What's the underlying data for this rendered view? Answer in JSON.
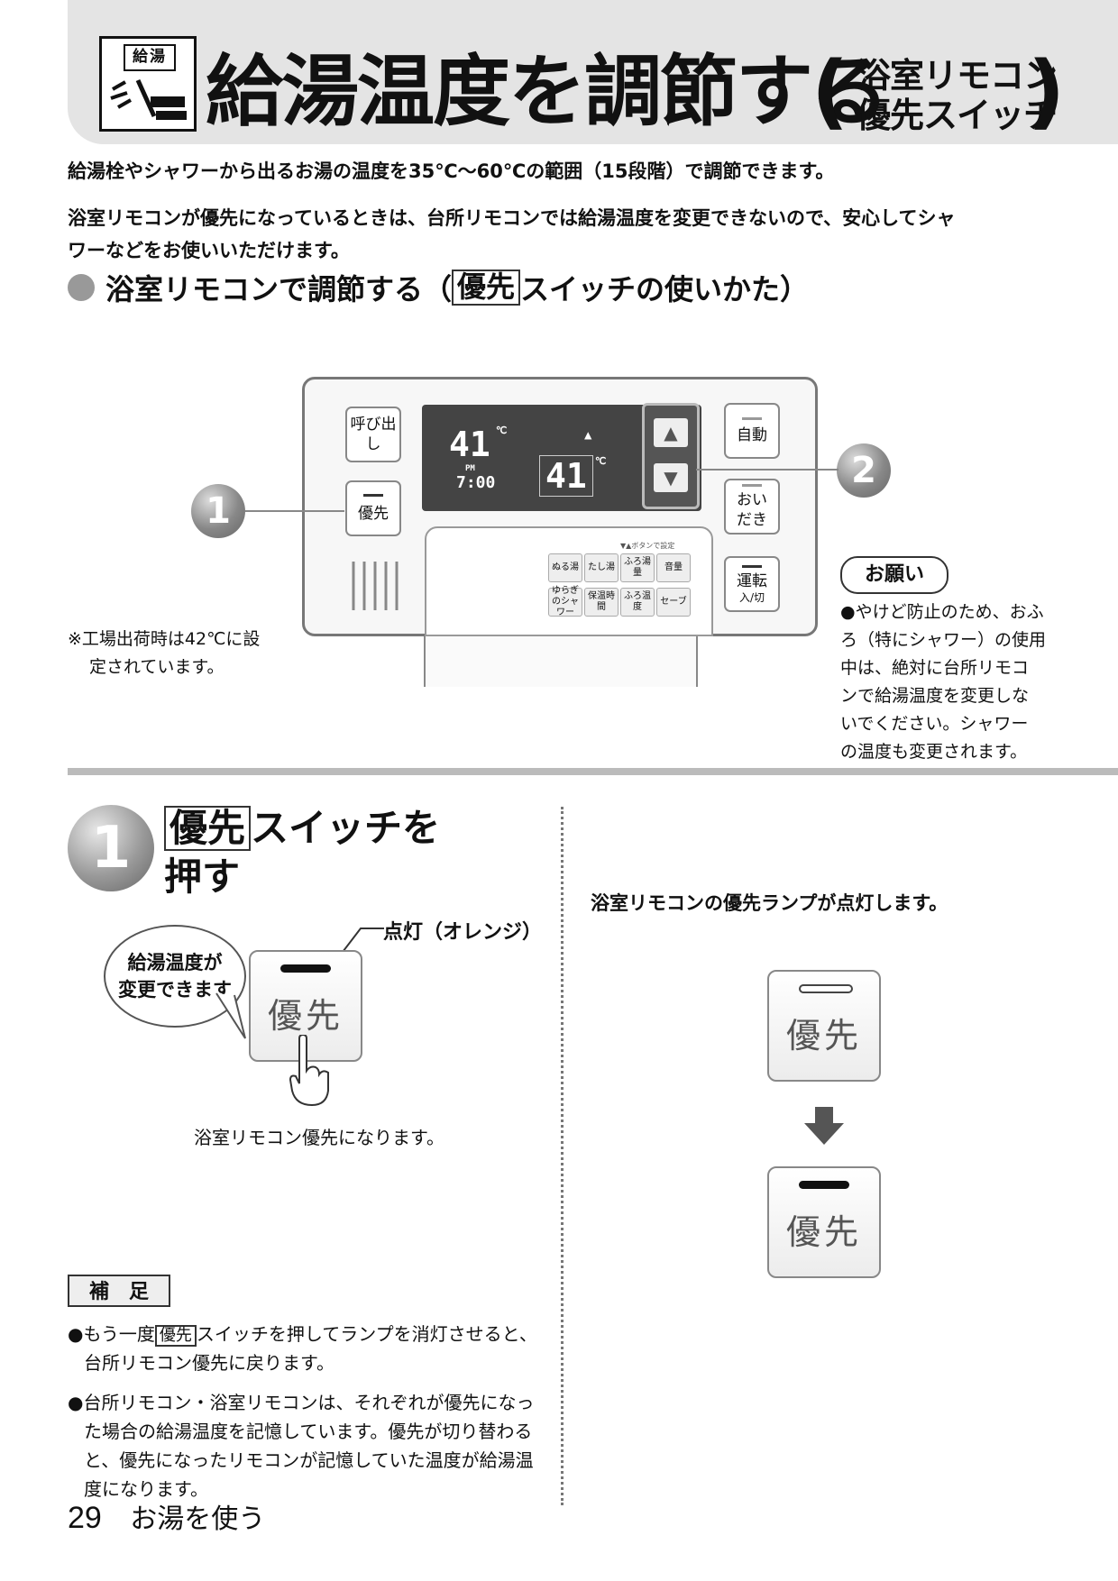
{
  "header": {
    "icon_tag": "給湯",
    "title": "給湯温度を調節する",
    "sub_line1": "浴室リモコン",
    "sub_line2": "優先スイッチ"
  },
  "intro": {
    "line1": "給湯栓やシャワーから出るお湯の温度を35℃〜60℃の範囲（15段階）で調節できます。",
    "line2": "浴室リモコンが優先になっているときは、台所リモコンでは給湯温度を変更できないので、安心してシャ",
    "line3": "ワーなどをお使いいただけます。"
  },
  "section": {
    "prefix": "浴室リモコンで調節する（",
    "key": "優先",
    "suffix": "スイッチの使いかた）"
  },
  "remote": {
    "btn_call": "呼び出し",
    "btn_priority": "優先",
    "btn_auto": "自動",
    "btn_reheat": "おいだき",
    "btn_power": "運転",
    "btn_power_sub": "入/切",
    "lcd_temp1": "41",
    "lcd_pm": "PM",
    "lcd_time": "7:00",
    "lcd_temp2": "41",
    "lcd_unit": "℃",
    "panel_hint": "▼▲ボタンで設定",
    "small_buttons": [
      "ぬる湯",
      "たし湯",
      "ふろ湯量",
      "音量",
      "ゆらぎのシャワー",
      "保温時間",
      "ふろ温度",
      "セーブ"
    ]
  },
  "callouts": {
    "one": "1",
    "two": "2"
  },
  "factory_note": {
    "line1": "※工場出荷時は42℃に設",
    "line2": "定されています。"
  },
  "request": {
    "title": "お願い",
    "lines": [
      "●やけど防止のため、おふ",
      "ろ（特にシャワー）の使用",
      "中は、絶対に台所リモコ",
      "ンで給湯温度を変更しな",
      "いでください。シャワー",
      "の温度も変更されます。"
    ]
  },
  "step1": {
    "num": "1",
    "key": "優先",
    "title_rest": "スイッチを",
    "title_line2": "押す",
    "lamp_label": "点灯（オレンジ）",
    "bubble_line1": "給湯温度が",
    "bubble_line2": "変更できます",
    "button_label": "優先",
    "caption": "浴室リモコン優先になります。",
    "right_text": "浴室リモコンの優先ランプが点灯します。",
    "before_label": "優先",
    "after_label": "優先"
  },
  "supplement": {
    "title": "補　足",
    "item1_a": "●もう一度",
    "item1_key": "優先",
    "item1_b": "スイッチを押してランプを消灯させると、台所リモコン優先に戻ります。",
    "item2": "●台所リモコン・浴室リモコンは、それぞれが優先になった場合の給湯温度を記憶しています。優先が切り替わると、優先になったリモコンが記憶していた温度が給湯温度になります。"
  },
  "footer": {
    "page": "29",
    "chapter": "お湯を使う"
  },
  "colors": {
    "header_bg": "#e4e4e4",
    "lcd": "#444444",
    "lamp_on": "#111111"
  }
}
